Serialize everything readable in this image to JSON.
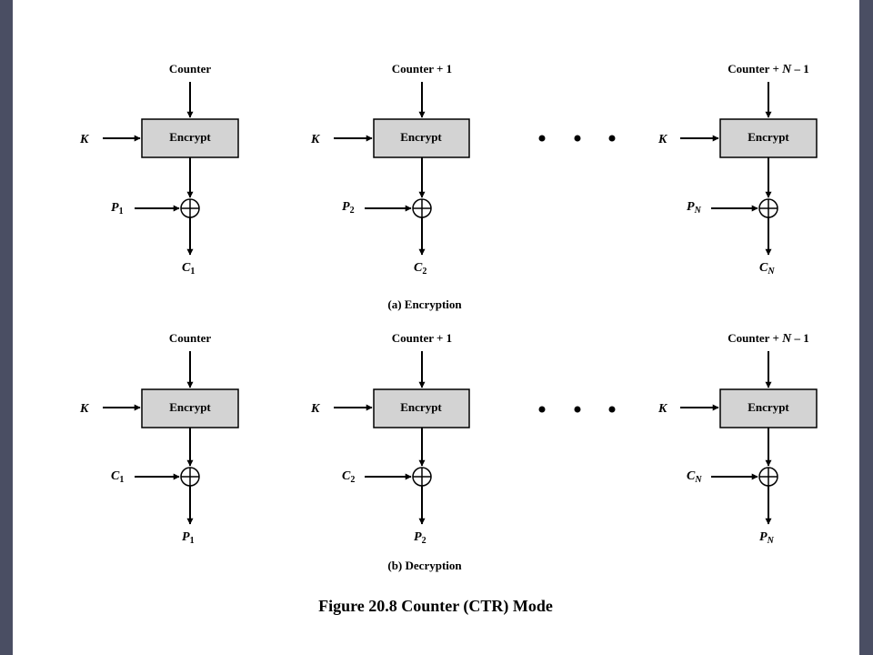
{
  "figure_caption": "Figure 20.8  Counter (CTR) Mode",
  "colors": {
    "frame": "#4a4e63",
    "box_fill": "#d3d3d3",
    "line": "#000000"
  },
  "encryption": {
    "caption": "(a) Encryption",
    "stages": [
      {
        "counter": "Counter",
        "key": "K",
        "box": "Encrypt",
        "input": {
          "var": "P",
          "sub": "1"
        },
        "output": {
          "var": "C",
          "sub": "1"
        }
      },
      {
        "counter": "Counter + 1",
        "key": "K",
        "box": "Encrypt",
        "input": {
          "var": "P",
          "sub": "2"
        },
        "output": {
          "var": "C",
          "sub": "2"
        }
      },
      {
        "counter_prefix": "Counter + ",
        "counter_var": "N",
        "counter_suffix": " – 1",
        "key": "K",
        "box": "Encrypt",
        "input": {
          "var": "P",
          "sub": "N"
        },
        "output": {
          "var": "C",
          "sub": "N"
        }
      }
    ]
  },
  "decryption": {
    "caption": "(b) Decryption",
    "stages": [
      {
        "counter": "Counter",
        "key": "K",
        "box": "Encrypt",
        "input": {
          "var": "C",
          "sub": "1"
        },
        "output": {
          "var": "P",
          "sub": "1"
        }
      },
      {
        "counter": "Counter + 1",
        "key": "K",
        "box": "Encrypt",
        "input": {
          "var": "C",
          "sub": "2"
        },
        "output": {
          "var": "P",
          "sub": "2"
        }
      },
      {
        "counter_prefix": "Counter + ",
        "counter_var": "N",
        "counter_suffix": " – 1",
        "key": "K",
        "box": "Encrypt",
        "input": {
          "var": "C",
          "sub": "N"
        },
        "output": {
          "var": "P",
          "sub": "N"
        }
      }
    ]
  }
}
